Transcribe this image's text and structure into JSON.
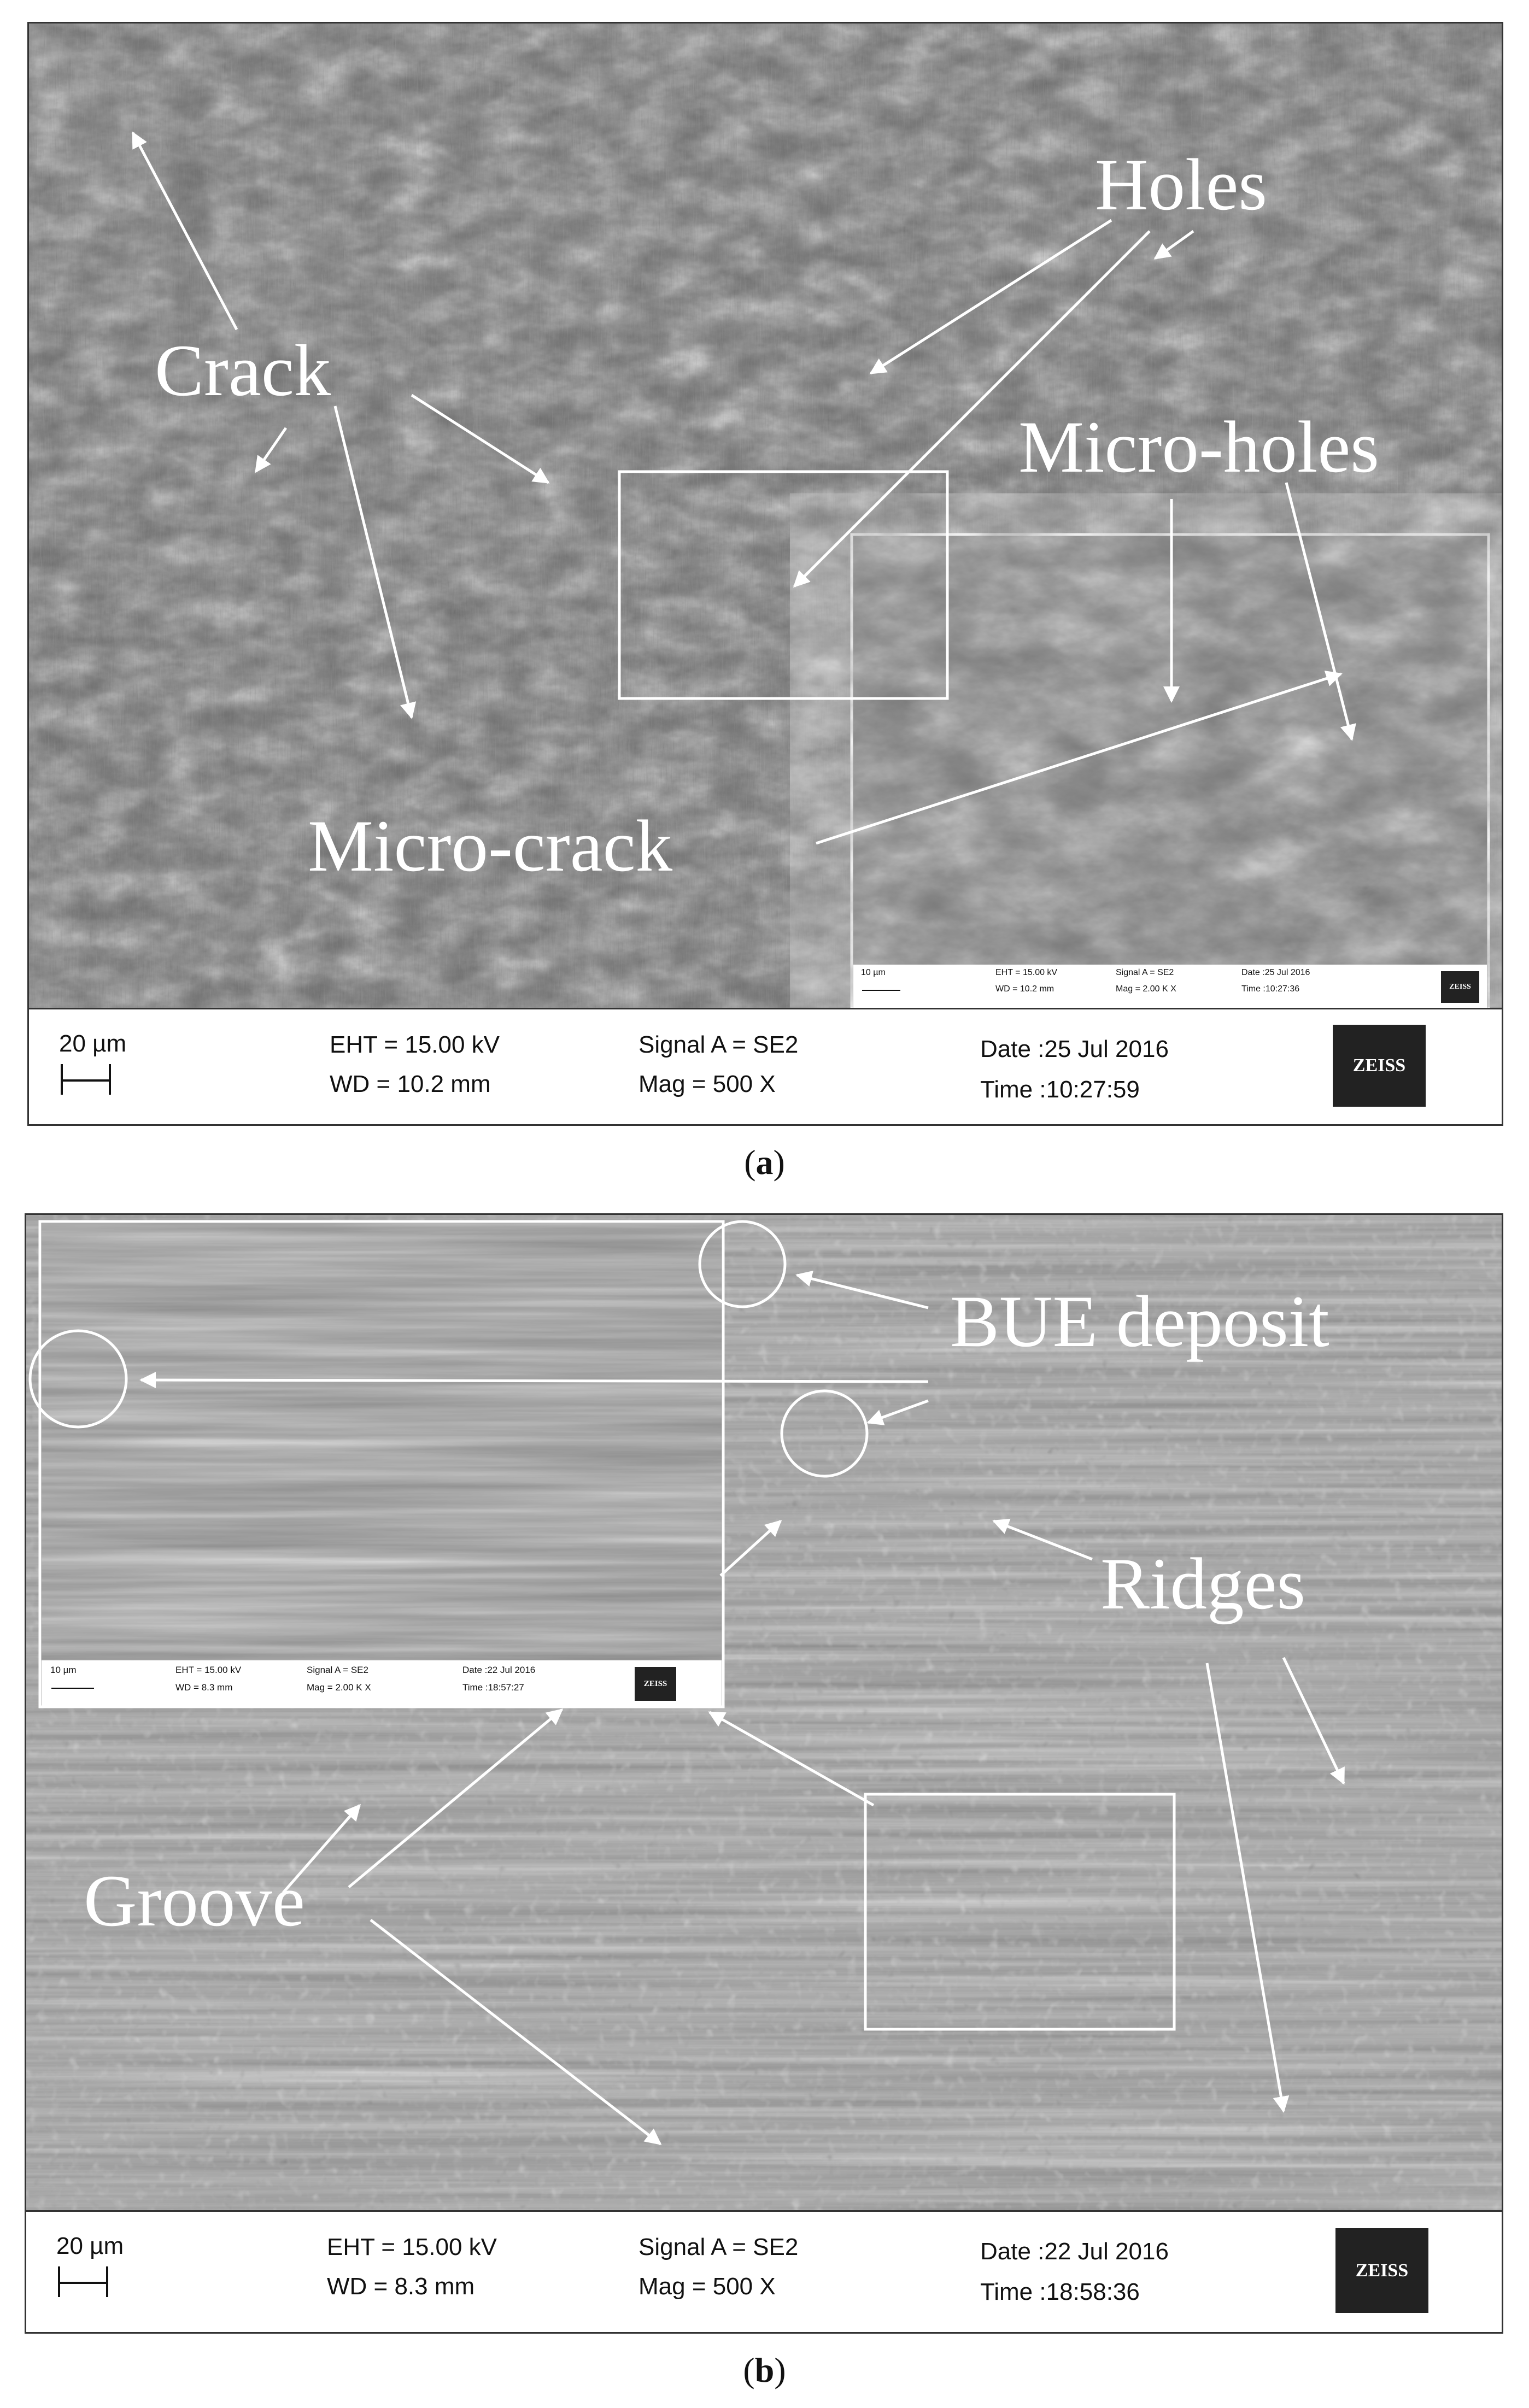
{
  "panel_a": {
    "labels": {
      "holes": "Holes",
      "crack": "Crack",
      "micro_holes": "Micro-holes",
      "micro_crack": "Micro-crack"
    },
    "databar": {
      "scale": "20 µm",
      "eht": "EHT = 15.00 kV",
      "wd": "WD = 10.2 mm",
      "signal": "Signal A = SE2",
      "mag": "Mag =    500 X",
      "date": "Date :25 Jul 2016",
      "time": "Time :10:27:59",
      "logo": "ZEISS"
    },
    "inset_databar": {
      "scale": "10 µm",
      "eht": "EHT = 15.00 kV",
      "wd": "WD = 10.2 mm",
      "signal": "Signal A = SE2",
      "mag": "Mag =    2.00 K X",
      "date": "Date :25 Jul 2016",
      "time": "Time :10:27:36",
      "logo": "ZEISS"
    },
    "caption_letter": "a"
  },
  "panel_b": {
    "labels": {
      "bue": "BUE deposit",
      "ridges": "Ridges",
      "groove": "Groove"
    },
    "databar": {
      "scale": "20 µm",
      "eht": "EHT = 15.00 kV",
      "wd": "WD =  8.3 mm",
      "signal": "Signal A = SE2",
      "mag": "Mag =    500 X",
      "date": "Date :22 Jul 2016",
      "time": "Time :18:58:36",
      "logo": "ZEISS"
    },
    "inset_databar": {
      "scale": "10 µm",
      "eht": "EHT = 15.00 kV",
      "wd": "WD =  8.3 mm",
      "signal": "Signal A = SE2",
      "mag": "Mag =    2.00 K X",
      "date": "Date :22 Jul 2016",
      "time": "Time :18:57:27",
      "logo": "ZEISS"
    },
    "caption_letter": "b"
  },
  "colors": {
    "sem_base": "#6e6e6e",
    "annotation": "#ffffff",
    "databar_bg": "#ffffff"
  }
}
